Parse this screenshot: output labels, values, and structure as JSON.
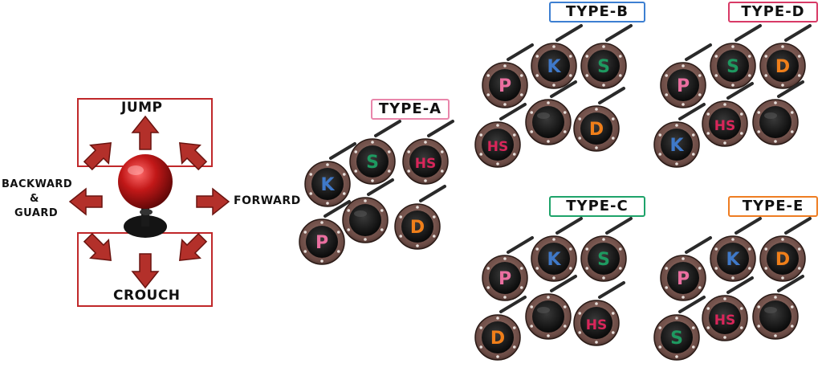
{
  "stick": {
    "jump": "JUMP",
    "crouch": "CROUCH",
    "forward": "FORWARD",
    "backward": "BACKWARD",
    "and": "&",
    "guard": "GUARD",
    "box_color": "#c0282a",
    "arrow_color": "#b3302a",
    "ball_color": "#b11414"
  },
  "button_colors": {
    "P": "#ea6fa0",
    "K": "#3f79c9",
    "S": "#1e9960",
    "HS": "#d8265a",
    "D": "#f07f1a"
  },
  "layouts": [
    {
      "name": "TYPE-A",
      "color": "#e986ab",
      "top": [
        "K",
        "S",
        "HS"
      ],
      "bottom": [
        "P",
        "",
        "D"
      ]
    },
    {
      "name": "TYPE-B",
      "color": "#3d7fd1",
      "top": [
        "P",
        "K",
        "S"
      ],
      "bottom": [
        "HS",
        "",
        "D"
      ]
    },
    {
      "name": "TYPE-C",
      "color": "#1ea36a",
      "top": [
        "P",
        "K",
        "S"
      ],
      "bottom": [
        "D",
        "",
        "HS"
      ]
    },
    {
      "name": "TYPE-D",
      "color": "#d83a66",
      "top": [
        "P",
        "S",
        "D"
      ],
      "bottom": [
        "K",
        "HS",
        ""
      ]
    },
    {
      "name": "TYPE-E",
      "color": "#ee7d22",
      "top": [
        "P",
        "K",
        "D"
      ],
      "bottom": [
        "S",
        "HS",
        ""
      ]
    }
  ]
}
